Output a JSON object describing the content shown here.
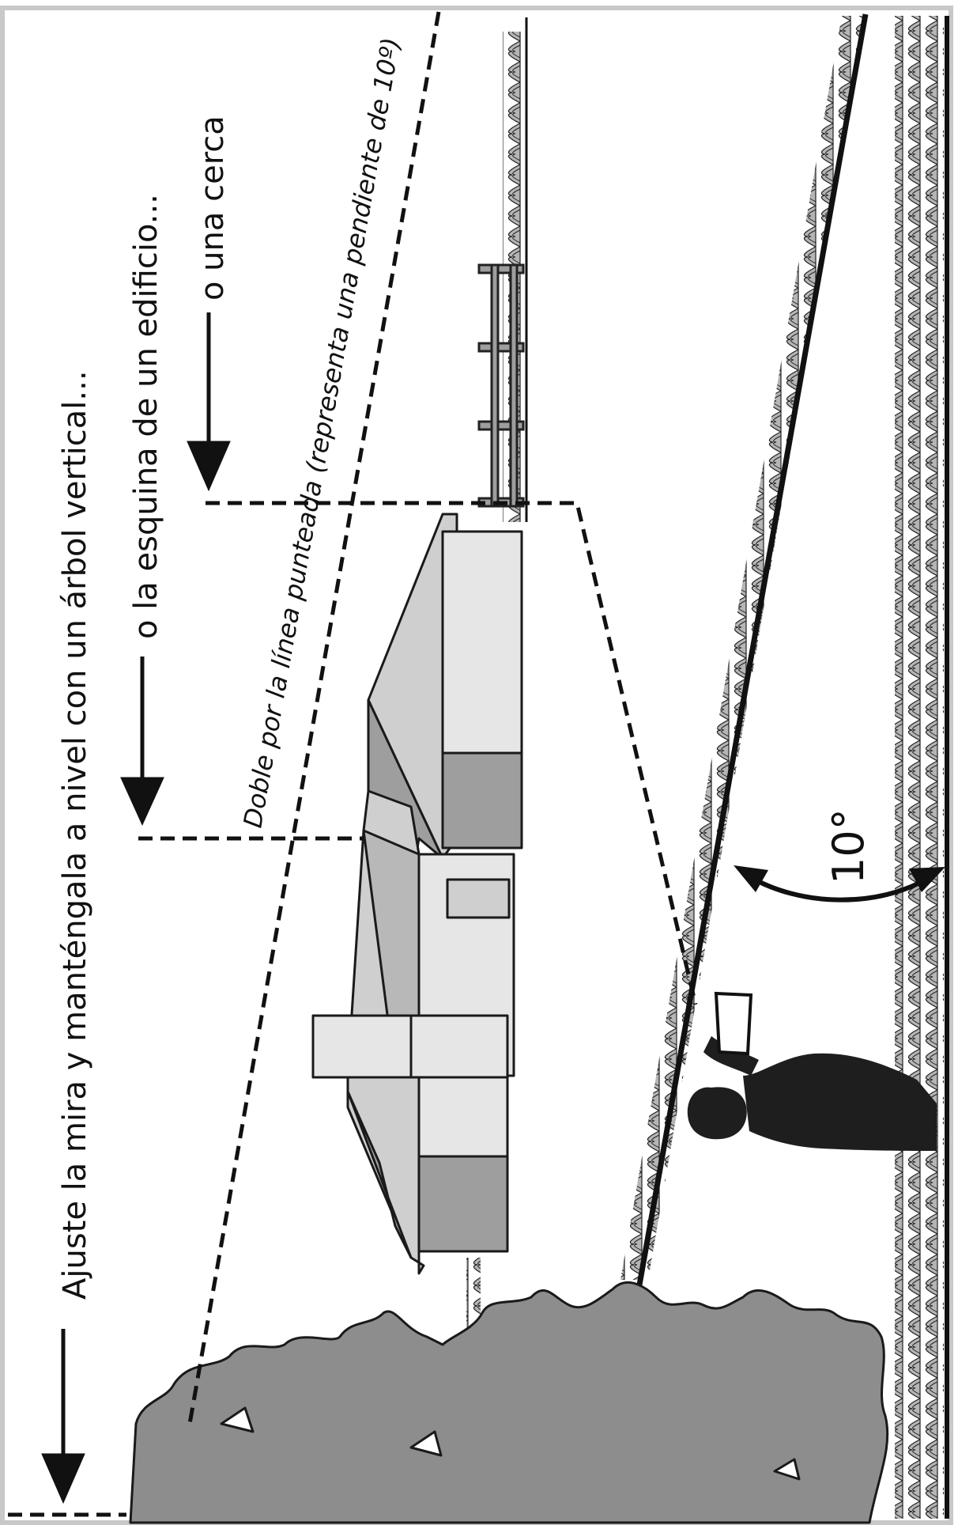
{
  "labels": {
    "instruction_tree": "Ajuste la mira y manténgala a nivel con un árbol vertical...",
    "instruction_building": "o la esquina de un edificio...",
    "instruction_fence": "o una cerca",
    "fold_line": "Doble por la línea punteada (representa una pendiente de 10º)",
    "angle": "10°"
  },
  "colors": {
    "ink": "#111111",
    "tree": "#8d8d8d",
    "tree_outline": "#1a1a1a",
    "house_light": "#e6e6e6",
    "house_mid": "#cfcfcf",
    "house_dark": "#9e9e9e",
    "grass": "#b5b5b5",
    "frame": "#c8c8c8",
    "person": "#1e1e1e"
  },
  "icons": {
    "person": "person-silhouette-icon",
    "tree": "tree-icon",
    "house": "house-icon",
    "fence": "fence-icon",
    "angle_arrow": "curved-double-arrow-icon"
  }
}
